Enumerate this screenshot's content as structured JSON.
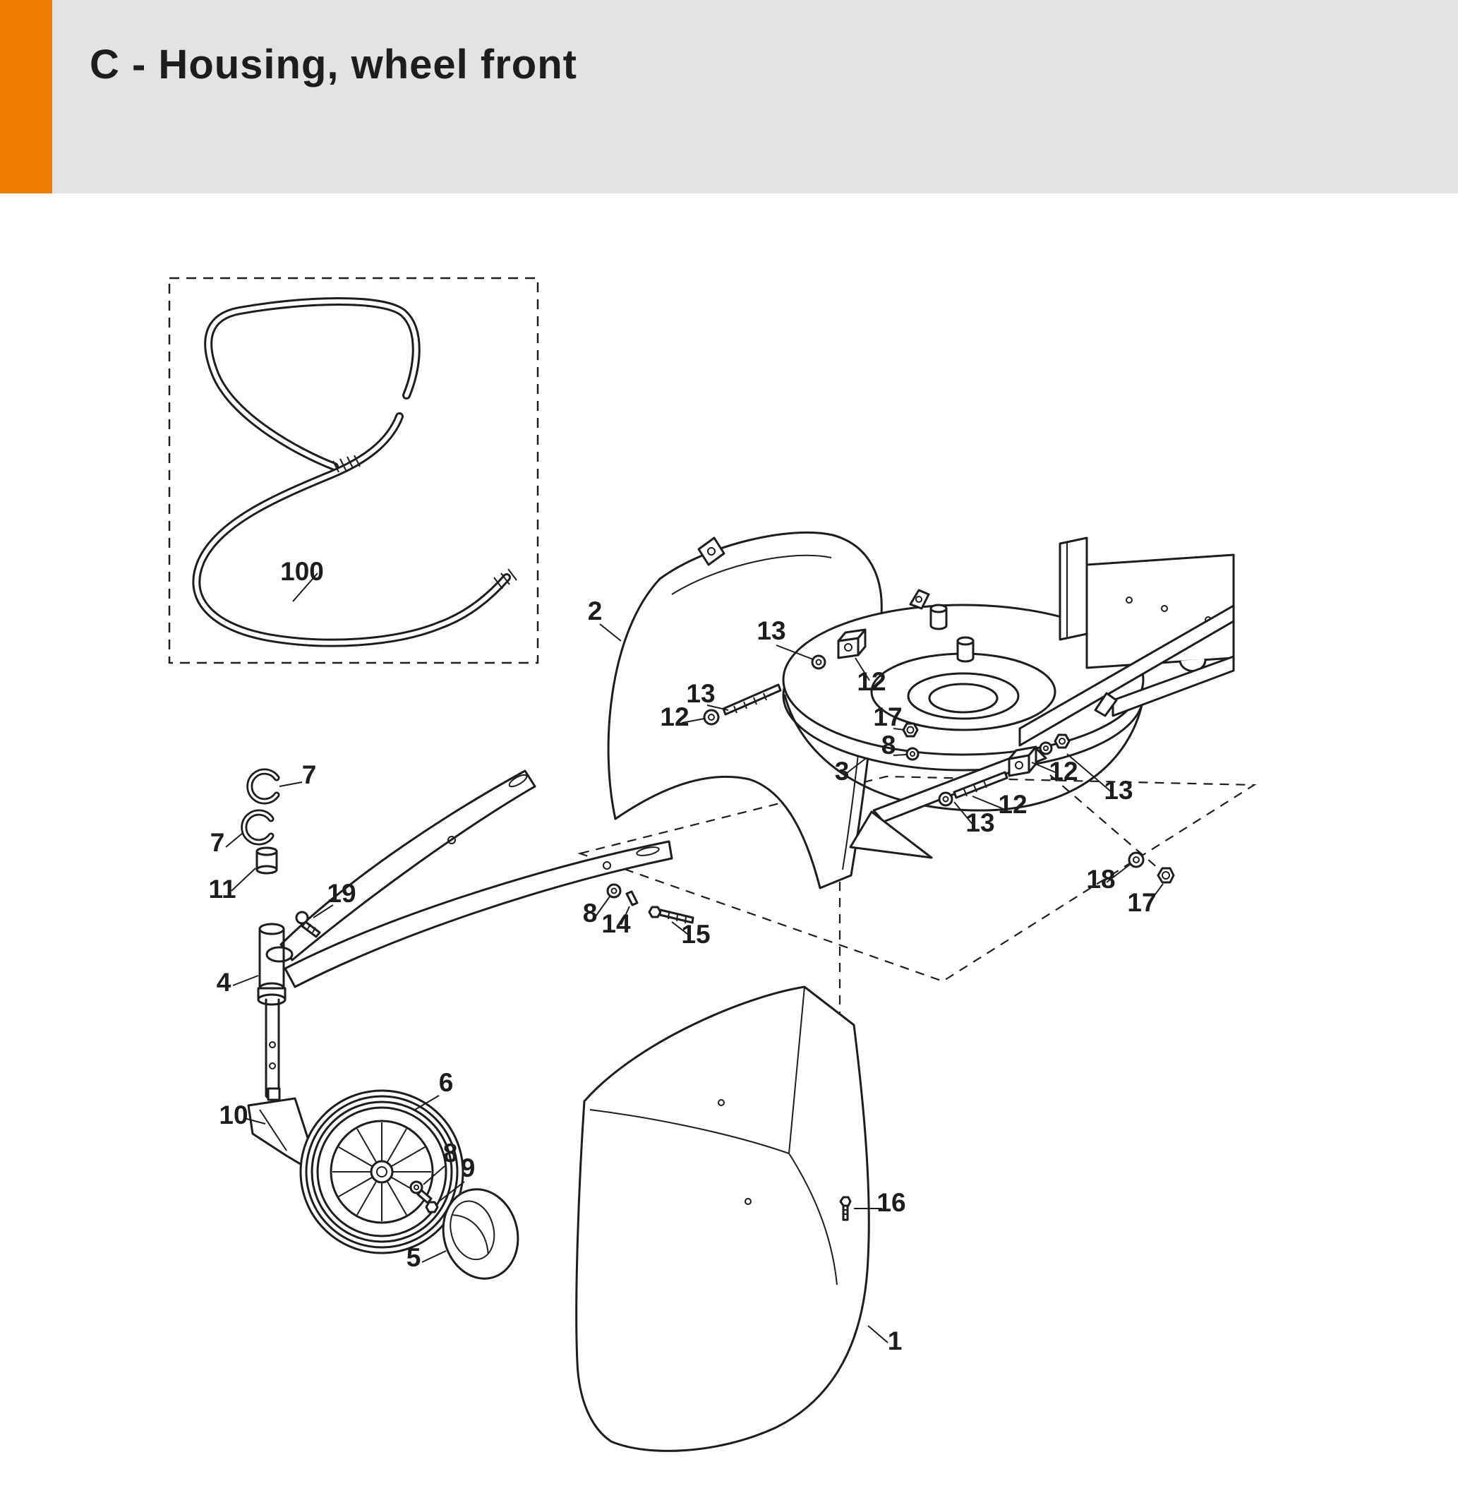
{
  "page": {
    "title": "C - Housing, wheel front"
  },
  "colors": {
    "accent_orange": "#F07D00",
    "header_gray": "#E3E3E3",
    "line_color": "#1D1D1B",
    "background": "#FFFFFF"
  },
  "callouts": [
    "100",
    "2",
    "13",
    "12",
    "13",
    "12",
    "17",
    "8",
    "3",
    "12",
    "13",
    "12",
    "13",
    "7",
    "7",
    "11",
    "19",
    "18",
    "17",
    "8",
    "14",
    "15",
    "4",
    "10",
    "6",
    "8",
    "9",
    "5",
    "16",
    "1"
  ]
}
